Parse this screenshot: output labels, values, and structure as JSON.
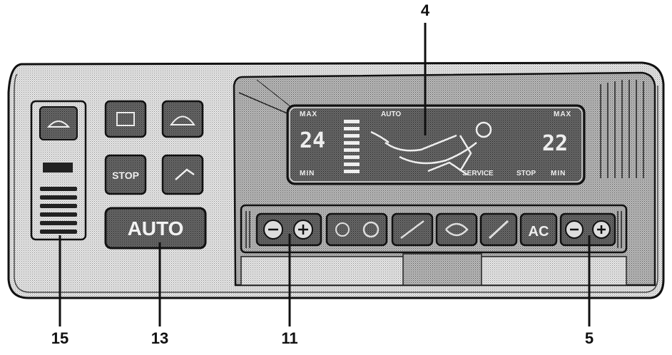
{
  "callouts": [
    {
      "id": "display",
      "text": "4"
    },
    {
      "id": "temp-right",
      "text": "5"
    },
    {
      "id": "temp-left",
      "text": "11"
    },
    {
      "id": "auto",
      "text": "13"
    },
    {
      "id": "defrost-module",
      "text": "15"
    }
  ],
  "buttons": {
    "auto_label": "AUTO",
    "stop_label": "STOP",
    "ac_label": "AC"
  },
  "display": {
    "max_left": "MAX",
    "max_right": "MAX",
    "min_left": "MIN",
    "min_right": "MIN",
    "temp_left": "24",
    "temp_right": "22",
    "auto_text": "AUTO",
    "service_text": "SERVICE",
    "stop_text": "STOP"
  }
}
